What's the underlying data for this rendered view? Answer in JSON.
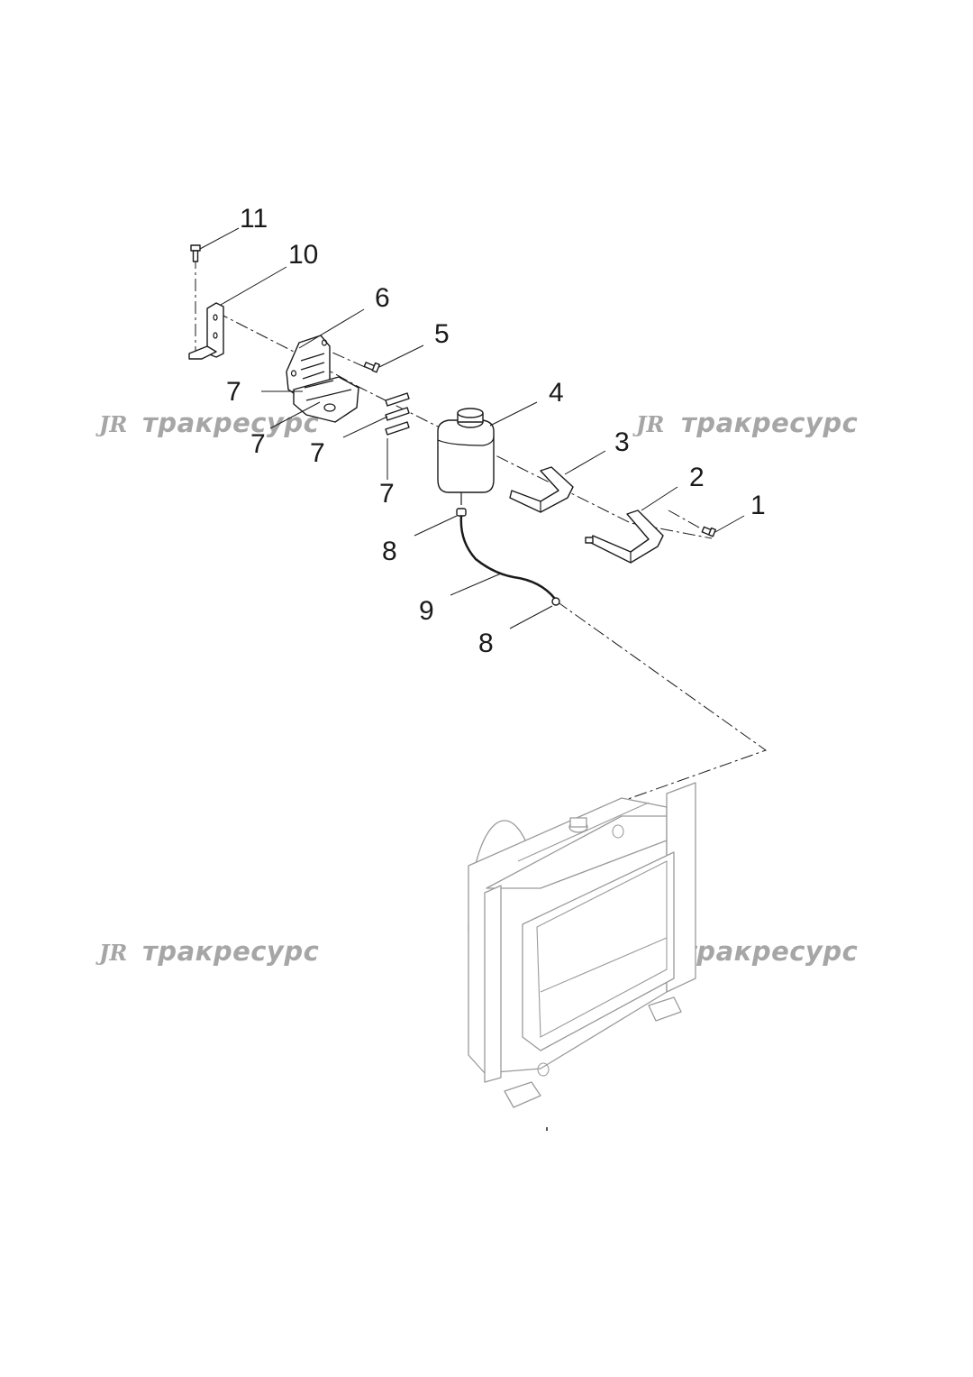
{
  "callouts": {
    "c1": "1",
    "c2": "2",
    "c3": "3",
    "c4": "4",
    "c5": "5",
    "c6": "6",
    "c7a": "7",
    "c7b": "7",
    "c7c": "7",
    "c7d": "7",
    "c8a": "8",
    "c8b": "8",
    "c9": "9",
    "c10": "10",
    "c11": "11"
  },
  "watermark": {
    "logo": "JR",
    "text": "тракресурс"
  },
  "colors": {
    "line": "#1a1a1a",
    "ghost": "#9a9a9a",
    "watermark": "#a6a6a6",
    "background": "#ffffff"
  }
}
